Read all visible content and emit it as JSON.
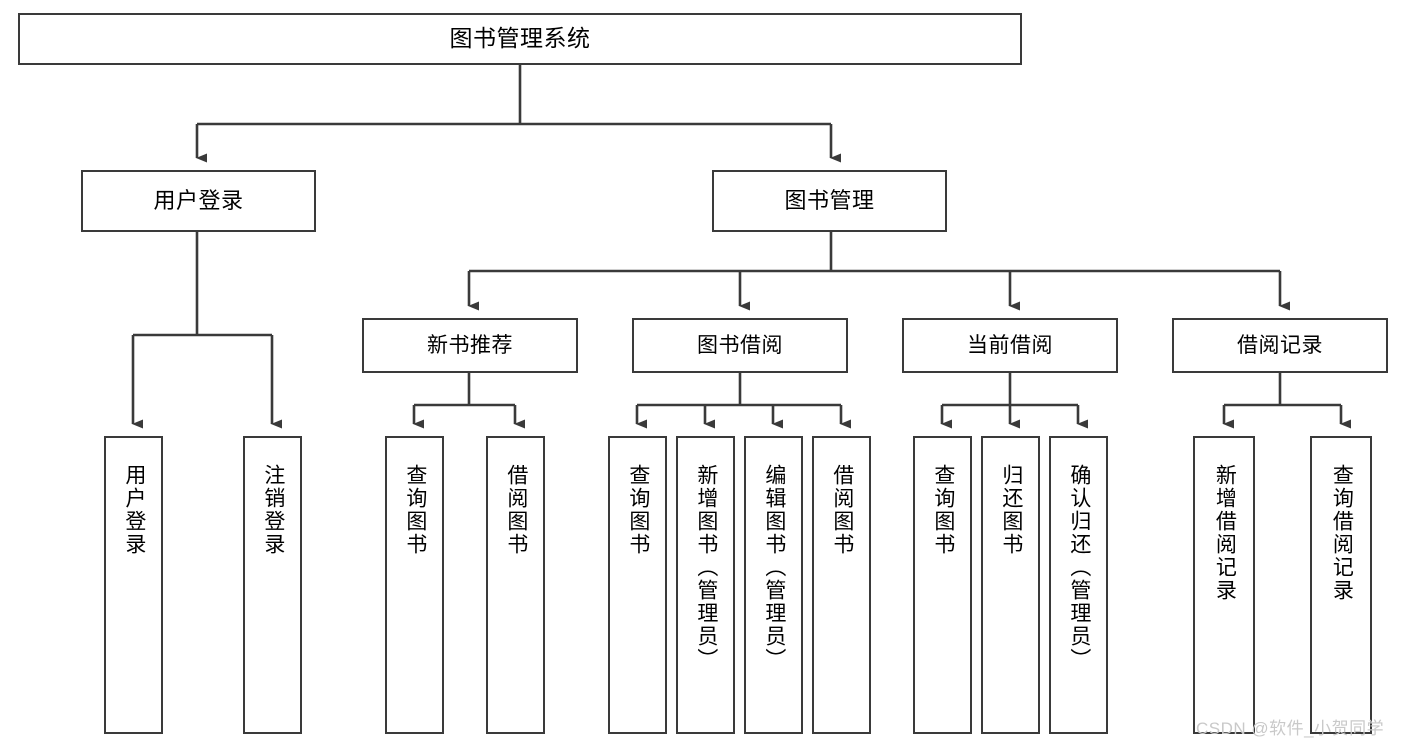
{
  "diagram": {
    "title": "图书管理系统",
    "type": "tree",
    "watermark": "CSDN @软件_小贺同学",
    "colors": {
      "box_border": "#3a3a3a",
      "box_fill": "#ffffff",
      "edge": "#3a3a3a",
      "text": "#000000",
      "watermark": "#c9c9c9",
      "background": "#ffffff"
    },
    "root": {
      "label": "图书管理系统"
    },
    "level2": [
      {
        "label": "用户登录"
      },
      {
        "label": "图书管理"
      }
    ],
    "level3": [
      {
        "label": "新书推荐"
      },
      {
        "label": "图书借阅"
      },
      {
        "label": "当前借阅"
      },
      {
        "label": "借阅记录"
      }
    ],
    "leaves": {
      "user_login": [
        {
          "label": "用户登录"
        },
        {
          "label": "注销登录"
        }
      ],
      "new_book_recommend": [
        {
          "label": "查询图书"
        },
        {
          "label": "借阅图书"
        }
      ],
      "book_borrow": [
        {
          "label": "查询图书"
        },
        {
          "label": "新增图书（管理员）"
        },
        {
          "label": "编辑图书（管理员）"
        },
        {
          "label": "借阅图书"
        }
      ],
      "current_borrow": [
        {
          "label": "查询图书"
        },
        {
          "label": "归还图书"
        },
        {
          "label": "确认归还（管理员）"
        }
      ],
      "borrow_record": [
        {
          "label": "新增借阅记录"
        },
        {
          "label": "查询借阅记录"
        }
      ]
    }
  }
}
